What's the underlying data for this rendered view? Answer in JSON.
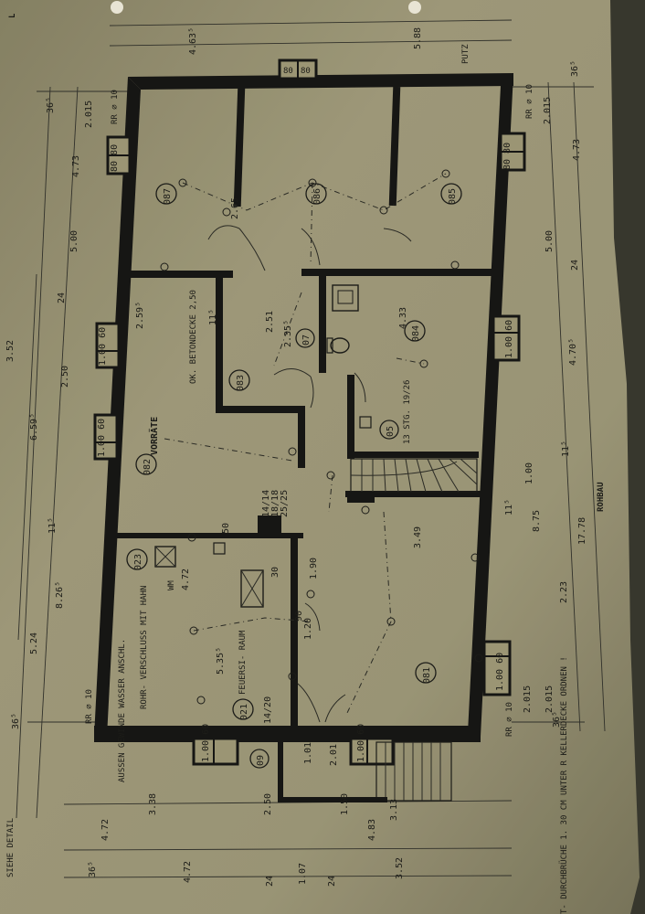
{
  "colors": {
    "paper": "#a49d7d",
    "ink": "#161614",
    "background": "#3a3a30"
  },
  "windows": [
    "80 80",
    "80 80",
    "80 80",
    "1.00 60",
    "1.00 60",
    "1.00 60",
    "1.00 60",
    "1.00 60",
    "1.00 60",
    "1.00 60"
  ],
  "rooms": {
    "r087": "087",
    "r086": "086",
    "r085": "085",
    "r084": "084",
    "r083": "083",
    "r082": "082",
    "r081": "081",
    "r023": "023",
    "r021": "021",
    "r09": "09",
    "r05": "05",
    "r07": "07"
  },
  "labels": {
    "vorrate": "VORRÄTE",
    "betondecke": "OK. BETONDECKE 2,50",
    "wm": "WM",
    "feuerraum": "FEUERSI- RAUM",
    "rohr": "ROHR- VERSCHLUSS MIT HAHN",
    "aussen": "AUSSEN GEWINDE WASSER ANSCHL.",
    "stufen": "13 STG. 19/26",
    "rohbau": "ROHBAU",
    "siehe": "SIEHE DETAIL",
    "durch": "T- DURCHBRÜCHE 1. 30 CM UNTER R KELLERDECKE ORDNEN !",
    "rr_top_left": "RR ⌀ 10",
    "rr_top_right": "RR ⌀ 10",
    "rr_bot_left": "RR ⌀ 10",
    "rr_bot_right": "RR ⌀ 10",
    "putz": "PUTZ",
    "l": "L"
  },
  "dims": {
    "d1778": "17.78",
    "d875": "8.75",
    "d223": "2.23",
    "d500a": "5.00",
    "d500b": "5.00",
    "d473a": "4.73",
    "d473b": "4.73",
    "d2015a": "2.015",
    "d2015b": "2.015",
    "d2015c": "2.015",
    "d2015d": "2.015",
    "d365a": "36⁵",
    "d365b": "36⁵",
    "d365c": "36⁵",
    "d365d": "36⁵",
    "d24a": "24",
    "d24b": "24",
    "d24c": "24",
    "d24d": "24",
    "d352": "3.52",
    "d250": "2.50",
    "d6595": "6.59⁵",
    "d8265": "8.26⁵",
    "d524": "5.24",
    "d115a": "11⁵",
    "d115b": "11⁵",
    "d115c": "11⁵",
    "d115d": "11⁵",
    "d4705": "4.70⁵",
    "d433": "4.33",
    "d349": "3.49",
    "d472": "4.72",
    "d5355": "5.35⁵",
    "d2595": "2.59⁵",
    "d251": "2.51",
    "d2355": "2.35⁵",
    "d100": "1.00",
    "d101": "1.01",
    "d201": "2.01",
    "d150": "1.50",
    "d313": "3.13",
    "d483": "4.83",
    "d352b": "3.52",
    "d107": "1.07",
    "d472b": "4.72",
    "d472c": "4.72",
    "d338": "3.38",
    "d250b": "2.50",
    "d4635": "4.63⁵",
    "d588": "5.88",
    "d1414": "14/14",
    "d1818": "18/18",
    "d2525": "25/25",
    "d14201": "14/20",
    "d50": "50",
    "d30": "30",
    "d190": "1.90",
    "d120": "1.20",
    "d90": "90",
    "d365e": "36⁵",
    "d265": "2.65"
  }
}
